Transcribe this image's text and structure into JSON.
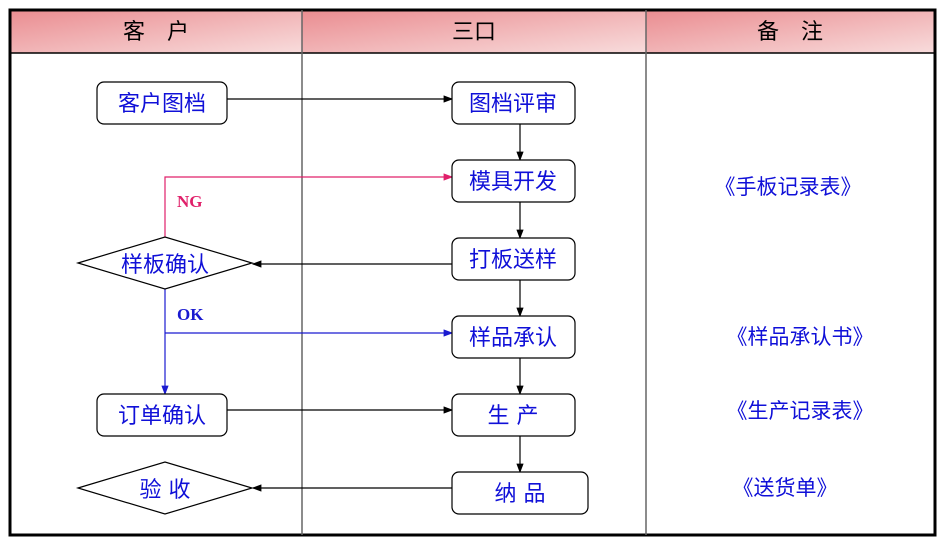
{
  "header": {
    "col1": "客　户",
    "col2": "三口",
    "col3": "备　注"
  },
  "nodes": {
    "customer_docs": "客户图档",
    "doc_review": "图档评审",
    "mold_dev": "模具开发",
    "sample_make": "打板送样",
    "sample_confirm": "样板确认",
    "sample_approve": "样品承认",
    "order_confirm": "订单确认",
    "production": "生 产",
    "delivery": "纳 品",
    "acceptance": "验 收"
  },
  "labels": {
    "ng": "NG",
    "ok": "OK"
  },
  "notes": {
    "n1": "《手板记录表》",
    "n2": "《样品承认书》",
    "n3": "《生产记录表》",
    "n4": "《送货单》"
  },
  "colors": {
    "text": "#1010d8",
    "ng": "#e0206a",
    "ok": "#1a1ad0",
    "header": "#ee9a9c"
  }
}
